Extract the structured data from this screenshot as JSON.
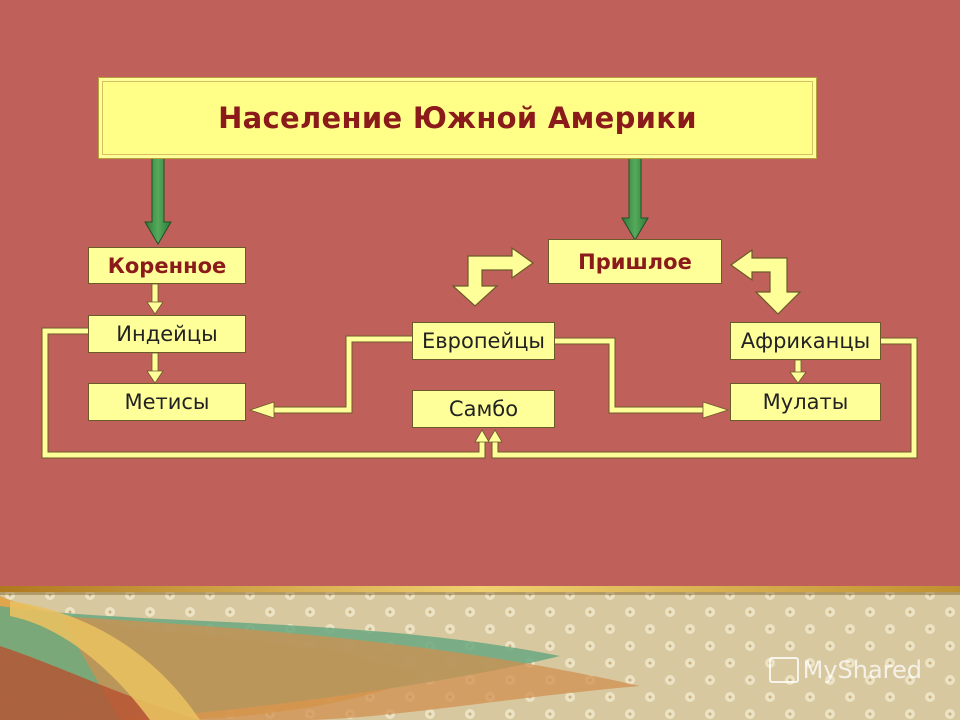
{
  "title": "Население Южной Америки",
  "nodes": {
    "korennoe": "Коренное",
    "prishloe": "Пришлое",
    "indeitsy": "Индейцы",
    "metisy": "Метисы",
    "evropeitsy": "Европейцы",
    "sambo": "Самбо",
    "afrikantsy": "Африканцы",
    "mulaty": "Мулаты"
  },
  "watermark": "MyShared",
  "colors": {
    "background": "#c0605a",
    "box_fill": "#ffff99",
    "title_text": "#8b1a1a",
    "arrow_green": "#3f8f4a",
    "line_yellow": "#ffff99"
  }
}
